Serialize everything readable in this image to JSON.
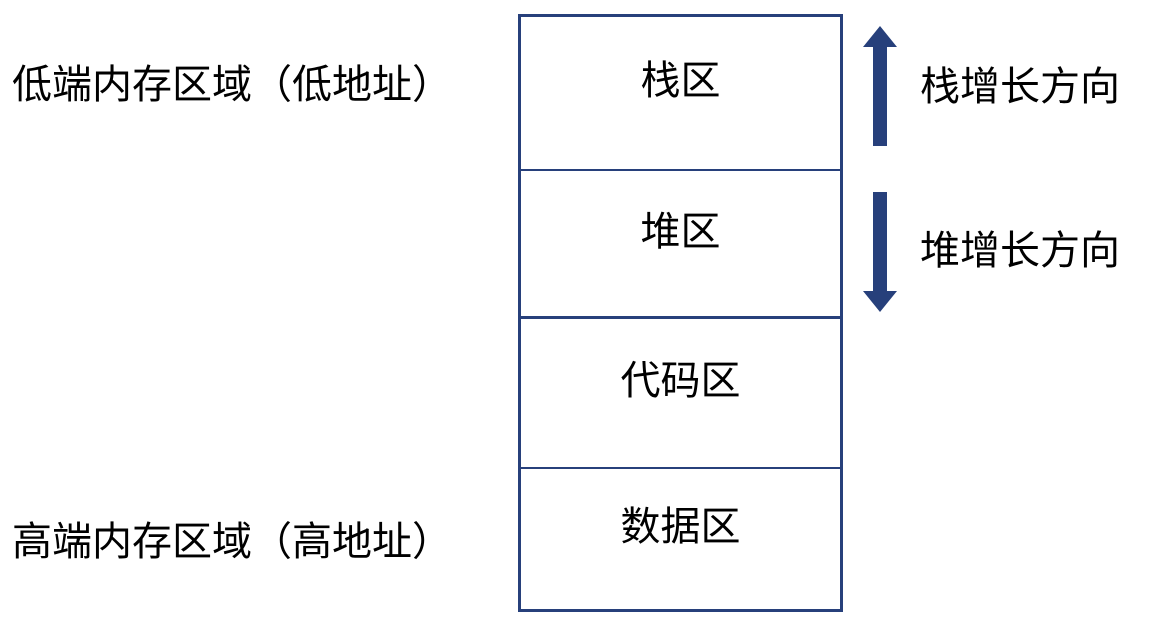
{
  "diagram": {
    "title_visible": false,
    "colors": {
      "box_border": "#27407B",
      "arrow_fill": "#27407B",
      "text": "#000000",
      "background": "#FFFFFF"
    },
    "side_labels": {
      "low": "低端内存区域（低地址）",
      "high": "高端内存区域（高地址）"
    },
    "segments": [
      {
        "id": "stack",
        "label": "栈区"
      },
      {
        "id": "heap",
        "label": "堆区"
      },
      {
        "id": "code",
        "label": "代码区"
      },
      {
        "id": "data",
        "label": "数据区"
      }
    ],
    "annotations": [
      {
        "id": "stack-growth",
        "icon": "arrow-up-icon",
        "direction": "up",
        "caption": "栈增长方向"
      },
      {
        "id": "heap-growth",
        "icon": "arrow-down-icon",
        "direction": "down",
        "caption": "堆增长方向"
      }
    ]
  }
}
